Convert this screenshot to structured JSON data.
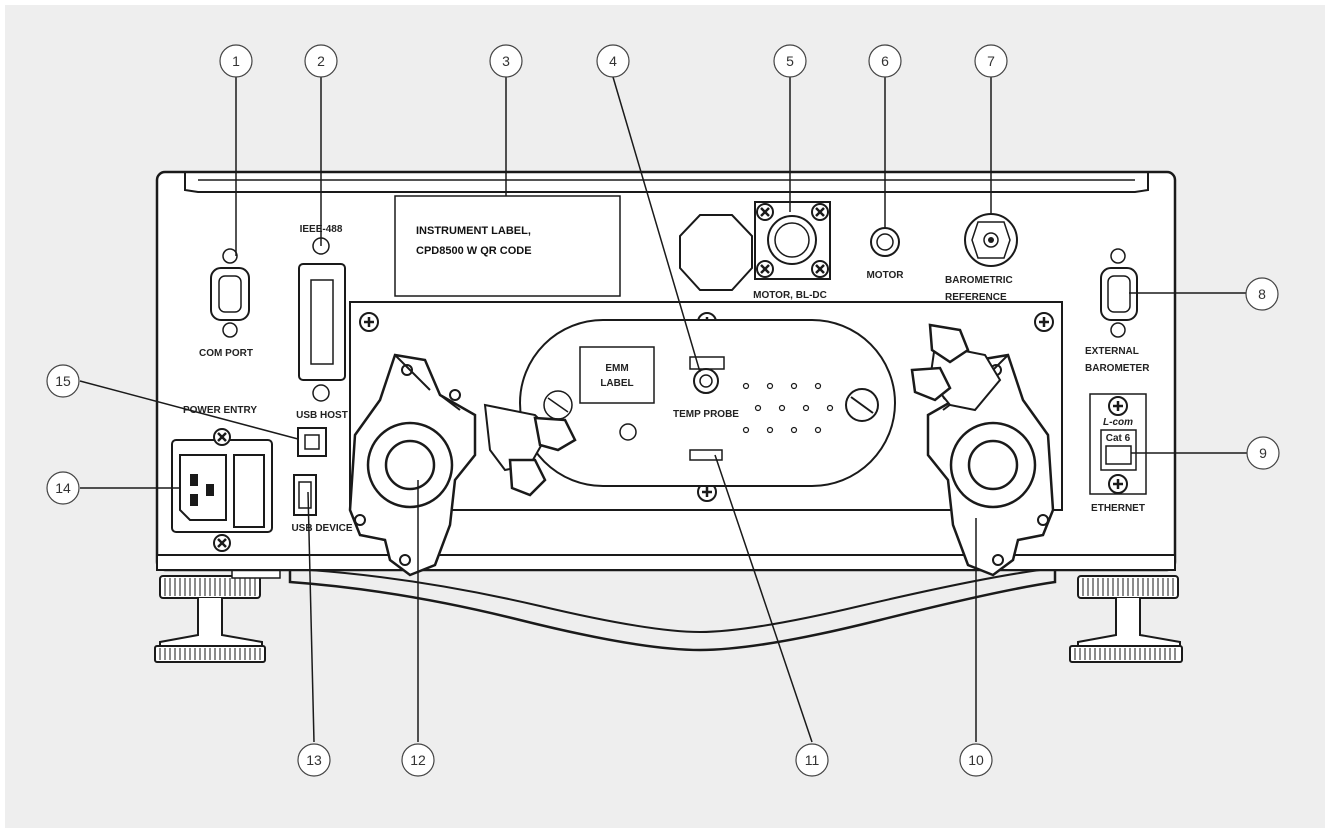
{
  "colors": {
    "background": "#eeeeee",
    "line": "#1a1a1a",
    "panel": "#ffffff"
  },
  "callouts": [
    "1",
    "2",
    "3",
    "4",
    "5",
    "6",
    "7",
    "8",
    "9",
    "10",
    "11",
    "12",
    "13",
    "14",
    "15"
  ],
  "labels": {
    "com_port": "COM PORT",
    "ieee488": "IEEE-488",
    "instrument_label_line1": "INSTRUMENT LABEL,",
    "instrument_label_line2": "CPD8500 W QR CODE",
    "motor_bldc": "MOTOR, BL-DC",
    "motor": "MOTOR",
    "barometric_line1": "BAROMETRIC",
    "barometric_line2": "REFERENCE",
    "external_line1": "EXTERNAL",
    "external_line2": "BAROMETER",
    "emm_line1": "EMM",
    "emm_line2": "LABEL",
    "temp_probe": "TEMP PROBE",
    "usb_host": "USB HOST",
    "power_entry": "POWER ENTRY",
    "usb_device": "USB DEVICE",
    "lcom": "L-com",
    "cat6": "Cat 6",
    "ethernet": "ETHERNET"
  }
}
